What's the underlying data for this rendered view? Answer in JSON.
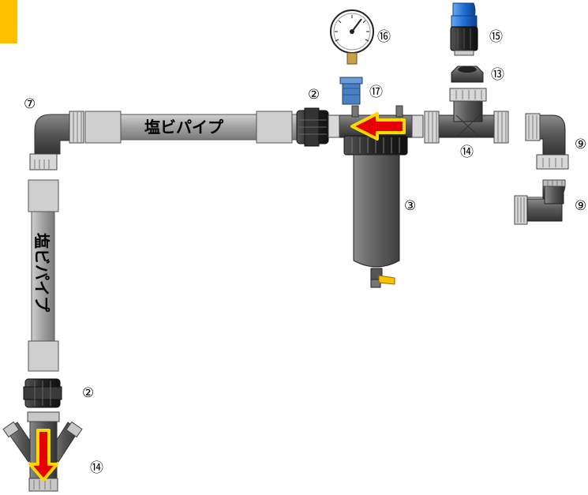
{
  "pipe_label": "塩ビパイプ",
  "part_labels": {
    "union": "②",
    "filter": "③",
    "elbow_top_left": "⑦",
    "elbow_right": "⑨",
    "reducer": "⑬",
    "tee": "⑭",
    "valve": "⑮",
    "gauge": "⑯",
    "adapter": "⑰"
  },
  "colors": {
    "pipe": "#a6a6a6",
    "pipe_end": "#c8c8c8",
    "dark_fitting": "#555555",
    "black_part": "#2a2a2a",
    "flow_arrow_fill": "#e60000",
    "flow_arrow_outline": "#ffd700",
    "accent": "#ffc000",
    "valve_blue": "#1f6fd6",
    "adapter_blue": "#4a7fc1",
    "brass": "#c8a24a"
  },
  "icons": [
    "flow-arrow-icon",
    "pressure-gauge-icon",
    "ball-valve-icon"
  ]
}
